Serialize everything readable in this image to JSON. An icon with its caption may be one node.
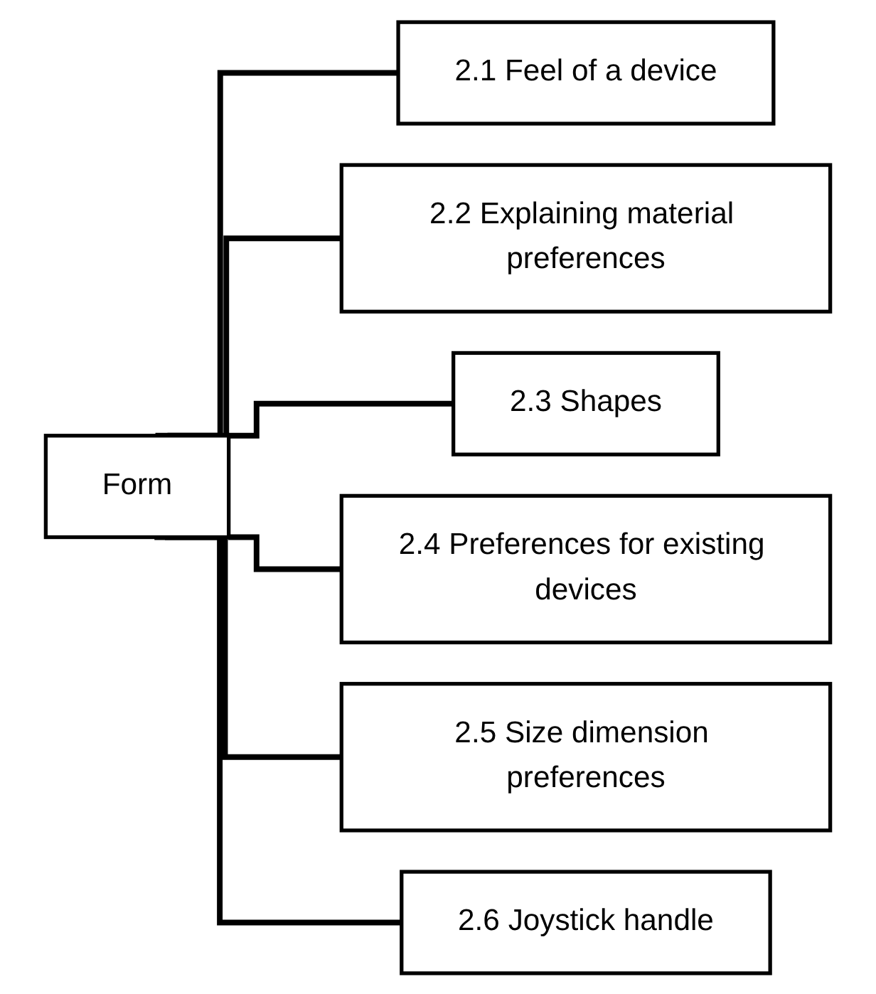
{
  "diagram": {
    "nodes": [
      {
        "text": [
          "Form"
        ]
      },
      {
        "text": [
          "2.1 Feel of a device"
        ]
      },
      {
        "text": [
          "2.2 Explaining material preferences"
        ]
      },
      {
        "text": [
          "2.3 Shapes"
        ]
      },
      {
        "text": [
          "2.4 Preferences for existing devices"
        ]
      },
      {
        "text": [
          "2.5 Size dimension preferences"
        ]
      },
      {
        "text": [
          "2.6 Joystick handle"
        ]
      }
    ],
    "edges": [
      {
        "from": 0,
        "to": 1,
        "arrow": "none"
      },
      {
        "from": 0,
        "to": 2,
        "arrow": "none"
      },
      {
        "from": 0,
        "to": 3,
        "arrow": "none"
      },
      {
        "from": 0,
        "to": 4,
        "arrow": "none"
      },
      {
        "from": 0,
        "to": 5,
        "arrow": "none"
      },
      {
        "from": 0,
        "to": 6,
        "arrow": "none"
      }
    ]
  }
}
